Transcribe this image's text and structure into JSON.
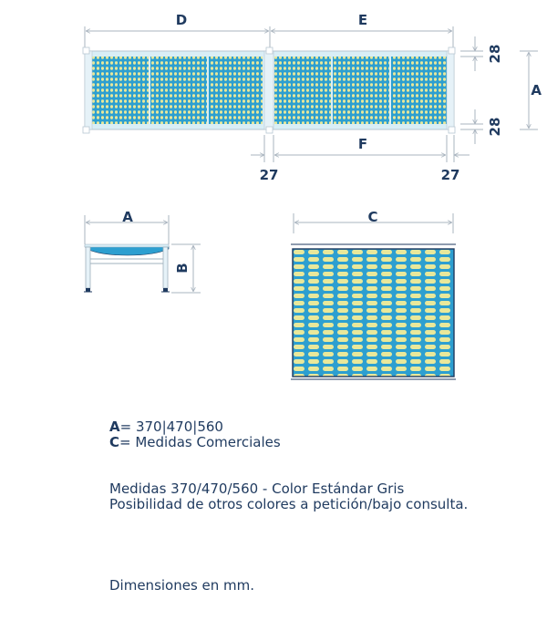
{
  "labels": {
    "d": "D",
    "e": "E",
    "f": "F",
    "a_top": "A",
    "a_right": "A",
    "b": "B",
    "c": "C",
    "dim28_top": "28",
    "dim28_bottom": "28",
    "dim27_left": "27",
    "dim27_right": "27"
  },
  "notes": {
    "a_key": "A",
    "a_value": "= 370|470|560",
    "c_key": "C",
    "c_value": "= Medidas Comerciales",
    "line1": "Medidas 370/470/560 - Color Estándar Gris",
    "line2": "Posibilidad de otros colores a petición/bajo consulta.",
    "units": "Dimensiones en mm."
  },
  "colors": {
    "grid": "#2d9fd0",
    "slot": "#e9e89a",
    "frame": "#d9eef6",
    "dim_line": "#a9b4bf",
    "text": "#1f3a5f"
  }
}
